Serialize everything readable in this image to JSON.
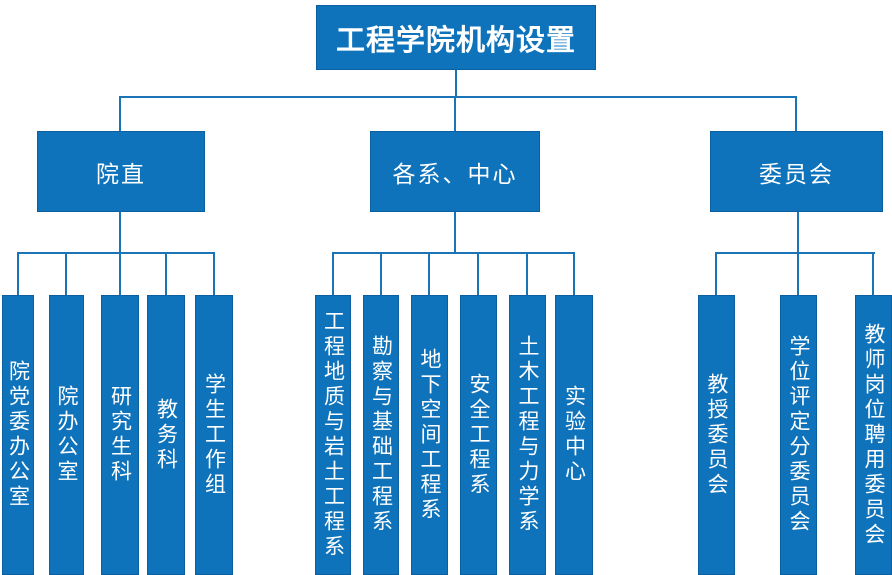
{
  "title": "工程学院机构设置",
  "groups": [
    {
      "label": "院直",
      "children": [
        "院党委办公室",
        "院办公室",
        "研究生科",
        "教务科",
        "学生工作组"
      ]
    },
    {
      "label": "各系、中心",
      "children": [
        "工程地质与岩土工程系",
        "勘察与基础工程系",
        "地下空间工程系",
        "安全工程系",
        "土木工程与力学系",
        "实验中心"
      ]
    },
    {
      "label": "委员会",
      "children": [
        "教授委员会",
        "学位评定分委员会",
        "教师岗位聘用委员会"
      ]
    }
  ],
  "colors": {
    "box_fill": "#0e73bb",
    "box_border": "#0a5fa0",
    "connector_line": "#1b74b5",
    "text": "#ffffff",
    "background": "#ffffff"
  }
}
